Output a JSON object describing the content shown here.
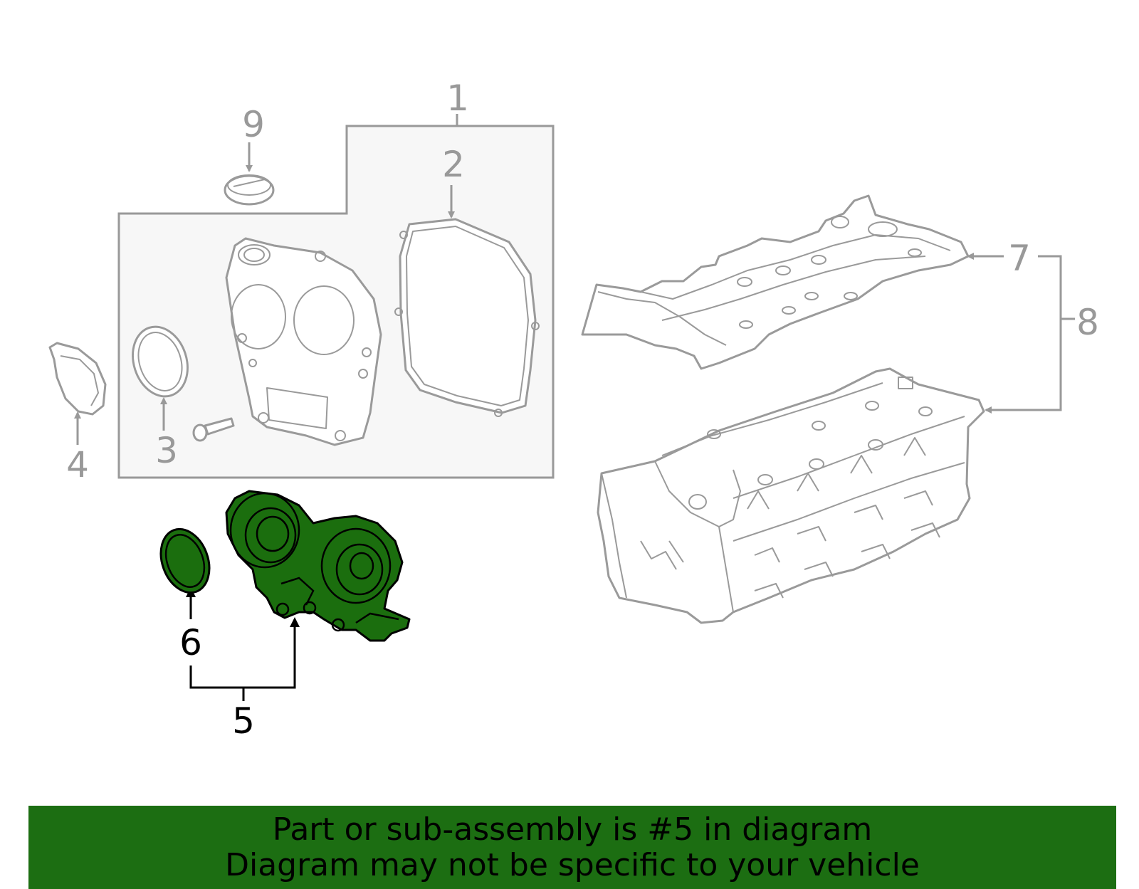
{
  "callouts": {
    "c1": "1",
    "c2": "2",
    "c3": "3",
    "c4": "4",
    "c5": "5",
    "c6": "6",
    "c7": "7",
    "c8": "8",
    "c9": "9"
  },
  "banner": {
    "line1": "Part or sub-assembly is #5 in diagram",
    "line2": "Diagram may not be specific to your vehicle"
  },
  "colors": {
    "highlight": "#1b6e0e",
    "banner": "#1c6e12",
    "line_grey": "#999999",
    "assembly_box_fill": "#f7f7f7"
  }
}
